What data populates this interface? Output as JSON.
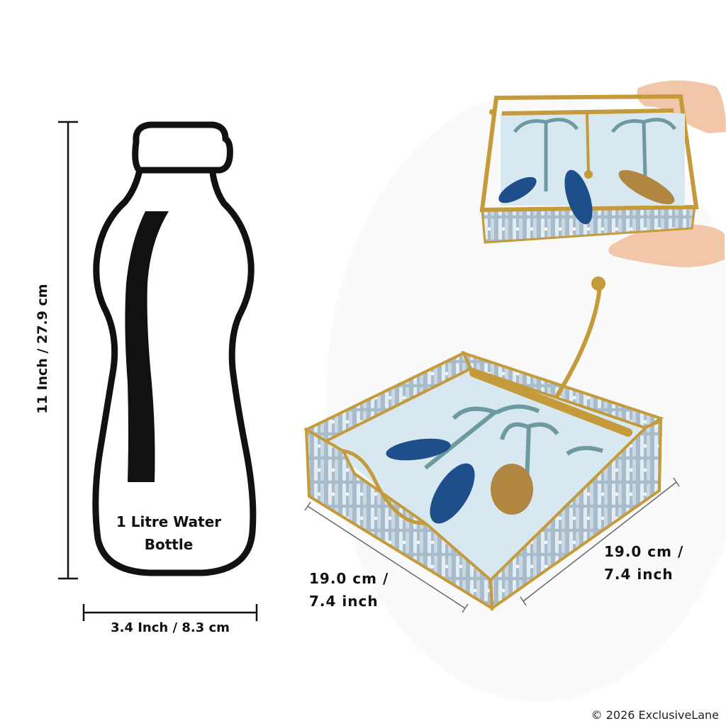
{
  "bottle": {
    "label_line1": "1 Litre Water",
    "label_line2": "Bottle",
    "height_label": "11 Inch / 27.9 cm",
    "width_label": "3.4 Inch / 8.3 cm"
  },
  "holder": {
    "depth_label_line1": "19.0 cm /",
    "depth_label_line2": "7.4 inch",
    "width_label_line1": "19.0 cm /",
    "width_label_line2": "7.4 inch"
  },
  "copyright": "© 2026 ExclusiveLane",
  "colors": {
    "outline": "#111111",
    "gold": "#c49a3a",
    "tile": "#9fb4c2",
    "pattern_light": "#dfe9ef",
    "base_blue": "#d7e8f1",
    "peacock_blue": "#1f4f8a",
    "palm_green": "#6d9aa0",
    "skin": "#f2c6a8"
  }
}
